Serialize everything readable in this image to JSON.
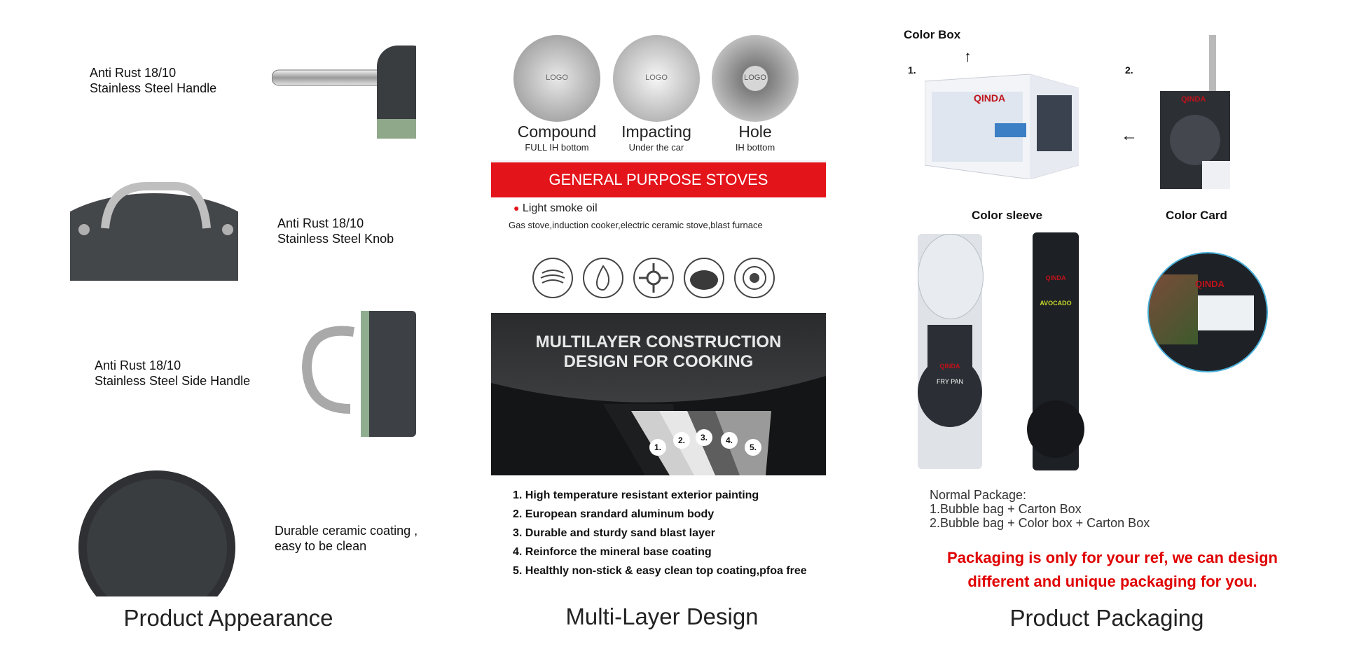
{
  "appearance": {
    "title": "Product Appearance",
    "features": [
      {
        "line1": "Anti Rust 18/10",
        "line2": "Stainless Steel Handle"
      },
      {
        "line1": "Anti Rust 18/10",
        "line2": "Stainless Steel Knob"
      },
      {
        "line1": "Anti Rust 18/10",
        "line2": "Stainless Steel Side Handle"
      },
      {
        "line1": "Durable ceramic coating ,",
        "line2": "easy to be clean"
      }
    ]
  },
  "multilayer": {
    "title": "Multi-Layer Design",
    "bottoms": [
      {
        "name": "Compound",
        "sub": "FULL IH bottom",
        "logo": "LOGO"
      },
      {
        "name": "Impacting",
        "sub": "Under the car",
        "logo": "LOGO"
      },
      {
        "name": "Hole",
        "sub": "IH bottom",
        "logo": "LOGO"
      }
    ],
    "banner": "GENERAL PURPOSE STOVES",
    "bullet": "Light smoke oil",
    "stoves": "Gas stove,induction cooker,electric ceramic stove,blast furnace",
    "stove_icons": [
      "induction-coil-icon",
      "flame-icon",
      "gas-burner-icon",
      "hot-plate-icon",
      "ceramic-stove-icon"
    ],
    "construction_line1": "MULTILAYER CONSTRUCTION",
    "construction_line2": "DESIGN FOR COOKING",
    "layer_marks": [
      "1.",
      "2.",
      "3.",
      "4.",
      "5."
    ],
    "layers": [
      "1. High temperature resistant exterior painting",
      "2. European srandard aluminum body",
      "3. Durable and sturdy sand blast layer",
      "4. Reinforce the mineral base coating",
      "5. Healthly non-stick & easy clean top coating,pfoa free"
    ]
  },
  "packaging": {
    "title": "Product Packaging",
    "color_box": "Color Box",
    "num1": "1.",
    "num2": "2.",
    "color_sleeve": "Color sleeve",
    "color_card": "Color Card",
    "brand": "QINDA",
    "sleeve_text": "FRY PAN",
    "sleeve2_text": "AVOCADO",
    "normal_title": "Normal Package:",
    "normal_items": [
      "1.Bubble bag + Carton Box",
      "2.Bubble bag + Color box + Carton Box"
    ],
    "note_line1": "Packaging is only for your ref, we can design",
    "note_line2": "different and unique packaging for you."
  },
  "colors": {
    "banner_red": "#e4141b",
    "note_red": "#e00000",
    "pan_dark": "#2b2d30"
  }
}
